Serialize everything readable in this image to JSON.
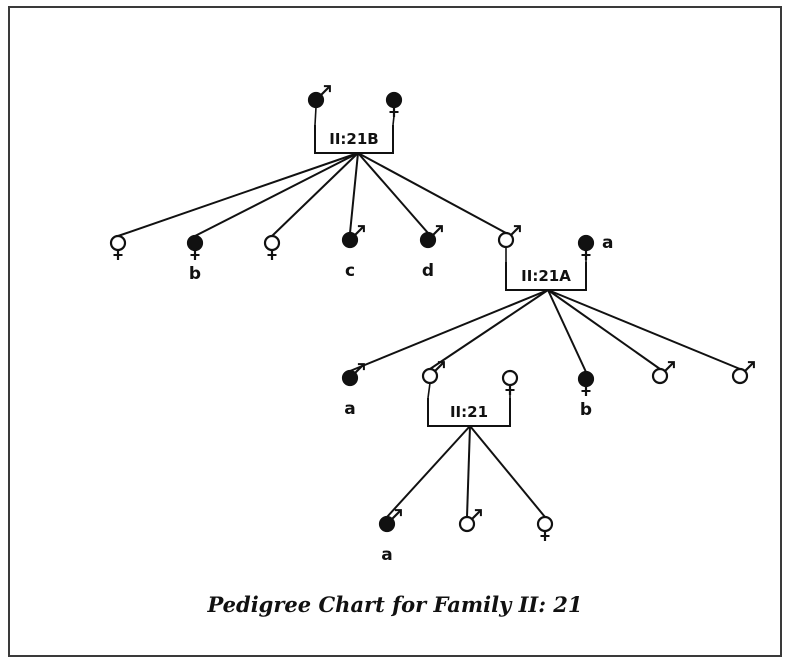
{
  "caption": "Pedigree Chart for Family II: 21",
  "colors": {
    "ink": "#111111",
    "frame": "#3a3a3a",
    "background": "#ffffff"
  },
  "families": [
    {
      "id": "II:21B",
      "label": "II:21B"
    },
    {
      "id": "II:21A",
      "label": "II:21A"
    },
    {
      "id": "II:21",
      "label": "II:21"
    }
  ],
  "individuals": [
    {
      "id": "B_father",
      "sex": "male",
      "filled": true,
      "label": ""
    },
    {
      "id": "B_mother",
      "sex": "female",
      "filled": true,
      "label": ""
    },
    {
      "id": "B_c1",
      "sex": "female",
      "filled": false,
      "label": ""
    },
    {
      "id": "B_c2",
      "sex": "female",
      "filled": true,
      "label": "b"
    },
    {
      "id": "B_c3",
      "sex": "female",
      "filled": false,
      "label": ""
    },
    {
      "id": "B_c4",
      "sex": "male",
      "filled": true,
      "label": "c"
    },
    {
      "id": "B_c5",
      "sex": "male",
      "filled": true,
      "label": "d"
    },
    {
      "id": "A_father",
      "sex": "male",
      "filled": false,
      "label": ""
    },
    {
      "id": "A_mother",
      "sex": "female",
      "filled": true,
      "label": "a"
    },
    {
      "id": "A_c1",
      "sex": "male",
      "filled": true,
      "label": "a"
    },
    {
      "id": "A_c2",
      "sex": "male",
      "filled": false,
      "label": ""
    },
    {
      "id": "A_c2_spouse",
      "sex": "female",
      "filled": false,
      "label": ""
    },
    {
      "id": "A_c3",
      "sex": "female",
      "filled": true,
      "label": "b"
    },
    {
      "id": "A_c4",
      "sex": "male",
      "filled": false,
      "label": ""
    },
    {
      "id": "A_c5",
      "sex": "male",
      "filled": false,
      "label": ""
    },
    {
      "id": "F_c1",
      "sex": "male",
      "filled": true,
      "label": "a"
    },
    {
      "id": "F_c2",
      "sex": "male",
      "filled": false,
      "label": ""
    },
    {
      "id": "F_c3",
      "sex": "female",
      "filled": false,
      "label": ""
    }
  ]
}
